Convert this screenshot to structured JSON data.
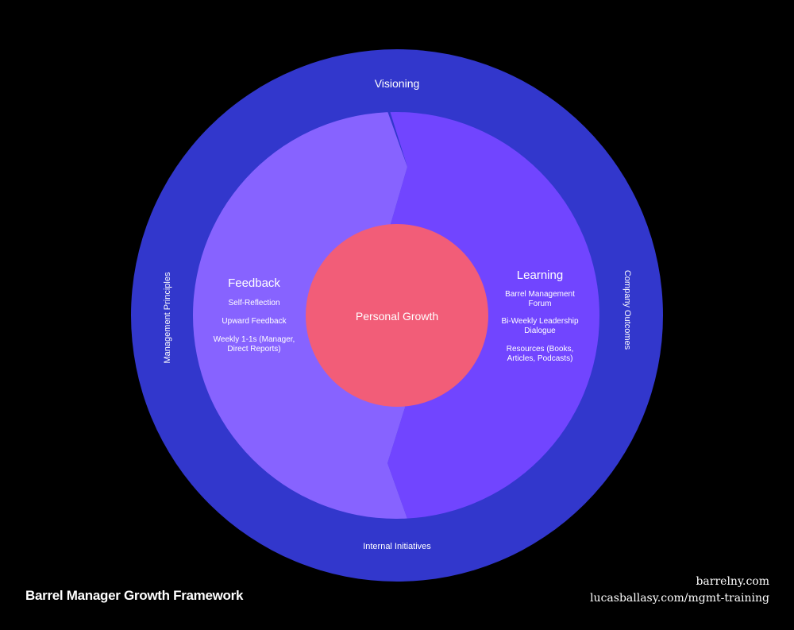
{
  "colors": {
    "background": "#000000",
    "outer_ring": "#3237cc",
    "feedback": "#8763ff",
    "learning": "#7145ff",
    "core": "#f25d78"
  },
  "outer_ring": {
    "top": "Visioning",
    "left": "Management Principles",
    "right": "Company Outcomes",
    "bottom": "Internal Initiatives"
  },
  "core": {
    "label": "Personal Growth"
  },
  "feedback": {
    "title": "Feedback",
    "items": [
      "Self-Reflection",
      "Upward Feedback",
      "Weekly 1-1s (Manager,\nDirect Reports)"
    ]
  },
  "learning": {
    "title": "Learning",
    "items": [
      "Barrel Management\nForum",
      "Bi-Weekly Leadership\nDialogue",
      "Resources (Books,\nArticles, Podcasts)"
    ]
  },
  "footer": {
    "title": "Barrel Manager Growth Framework",
    "links": [
      "barrelny.com",
      "lucasballasy.com/mgmt-training"
    ]
  }
}
